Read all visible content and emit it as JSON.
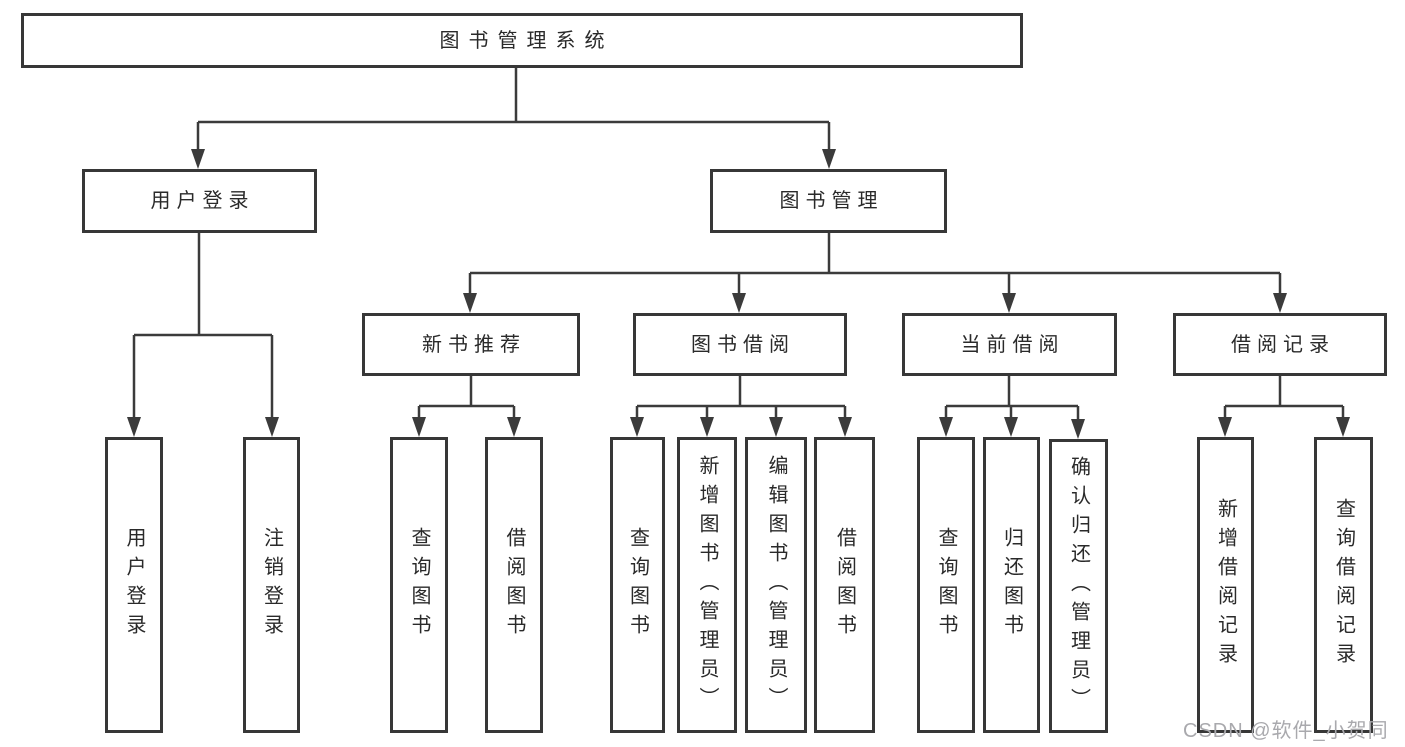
{
  "tree": {
    "label": "图书管理系统",
    "children": [
      {
        "label": "用户登录",
        "children": [
          {
            "label": "用户登录"
          },
          {
            "label": "注销登录"
          }
        ]
      },
      {
        "label": "图书管理",
        "children": [
          {
            "label": "新书推荐",
            "children": [
              {
                "label": "查询图书"
              },
              {
                "label": "借阅图书"
              }
            ]
          },
          {
            "label": "图书借阅",
            "children": [
              {
                "label": "查询图书"
              },
              {
                "label": "新增图书（管理员）"
              },
              {
                "label": "编辑图书（管理员）"
              },
              {
                "label": "借阅图书"
              }
            ]
          },
          {
            "label": "当前借阅",
            "children": [
              {
                "label": "查询图书"
              },
              {
                "label": "归还图书"
              },
              {
                "label": "确认归还（管理员）"
              }
            ]
          },
          {
            "label": "借阅记录",
            "children": [
              {
                "label": "新增借阅记录"
              },
              {
                "label": "查询借阅记录"
              }
            ]
          }
        ]
      }
    ]
  },
  "watermark": {
    "text": "CSDN @软件_小贺同学"
  },
  "colors": {
    "line": "#3b3b3b",
    "box_border": "#373737",
    "box_fill": "#ffffff",
    "text": "#2a2a2a",
    "watermark": "#a9a9ad",
    "bg": "#ffffff"
  }
}
